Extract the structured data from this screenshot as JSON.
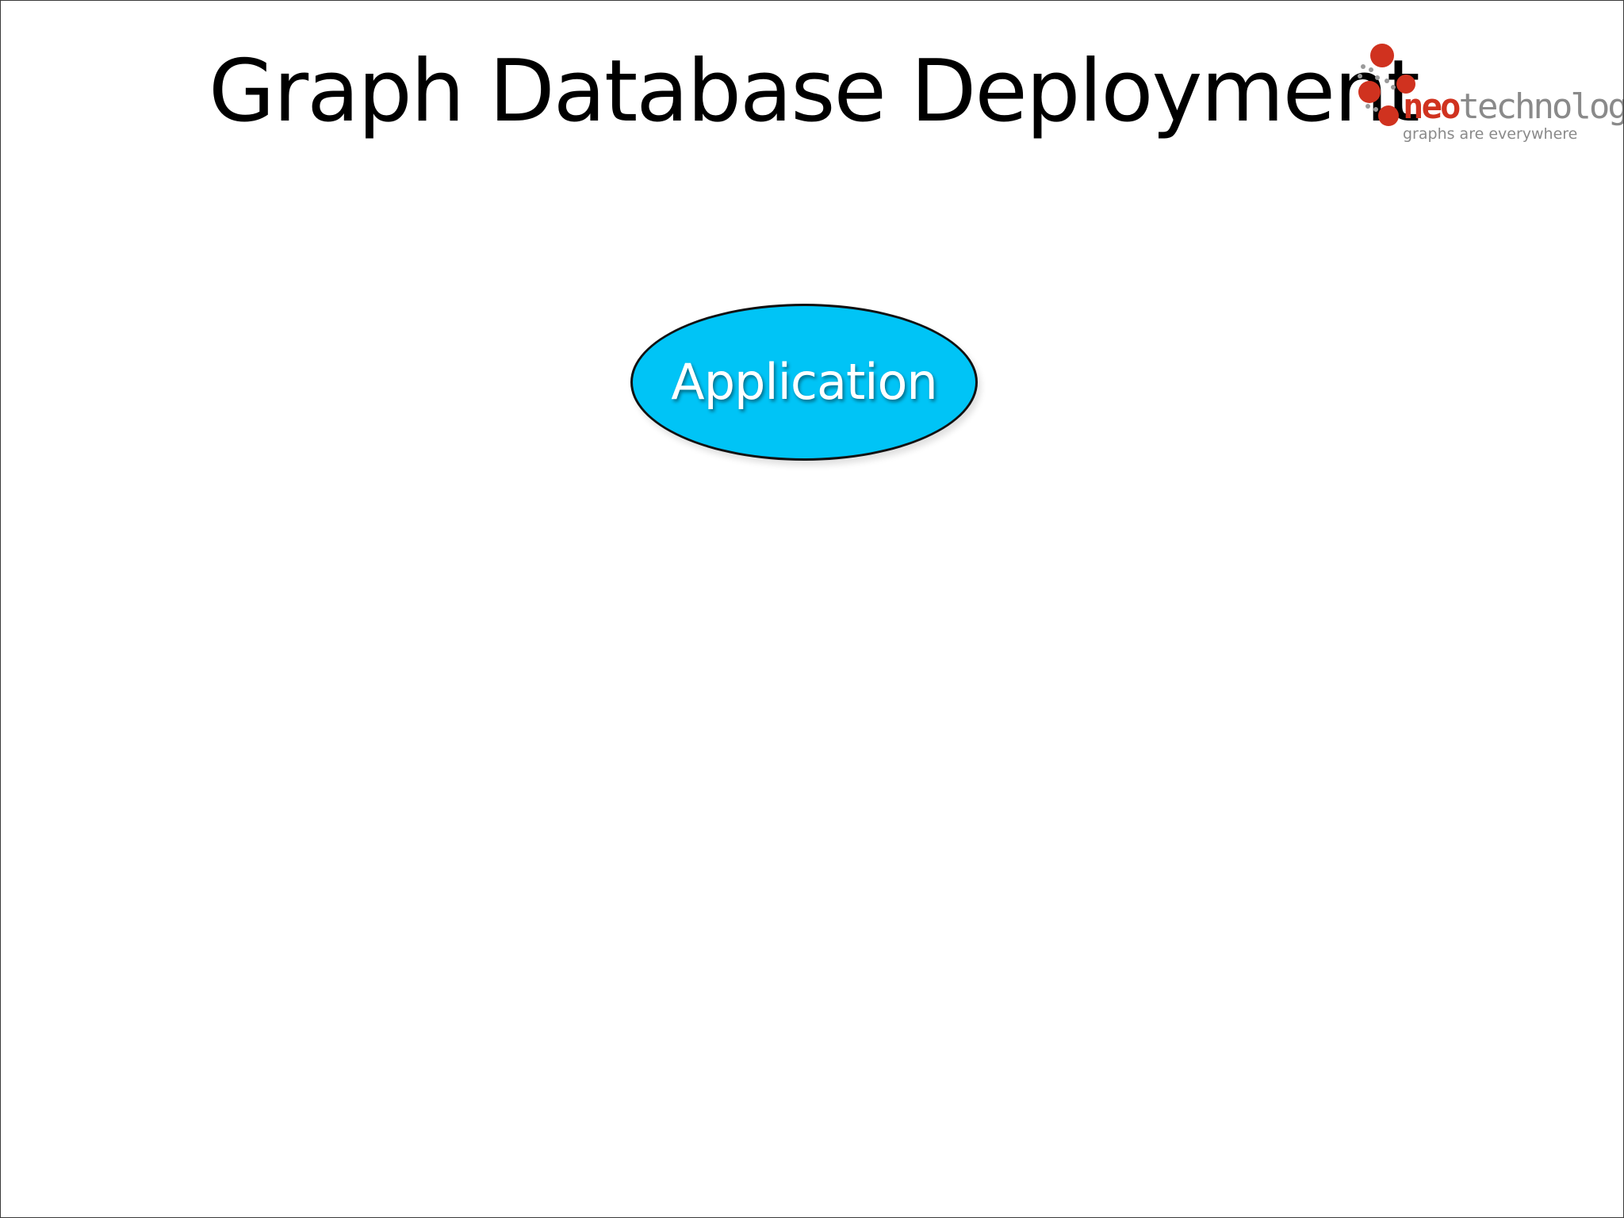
{
  "slide": {
    "title": "Graph Database Deployment"
  },
  "logo": {
    "brand_part1": "neo",
    "brand_part2": "technology",
    "tagline": "graphs are everywhere",
    "colors": {
      "dots": "#d0321f",
      "neo": "#d0321f",
      "technology": "#8a8a8a",
      "small_dots": "#9a9a9a"
    }
  },
  "diagram": {
    "nodes": [
      {
        "label": "Application",
        "shape": "ellipse",
        "fill": "#00c4f6",
        "stroke": "#111111",
        "text_color": "#ffffff"
      }
    ],
    "edges": []
  }
}
